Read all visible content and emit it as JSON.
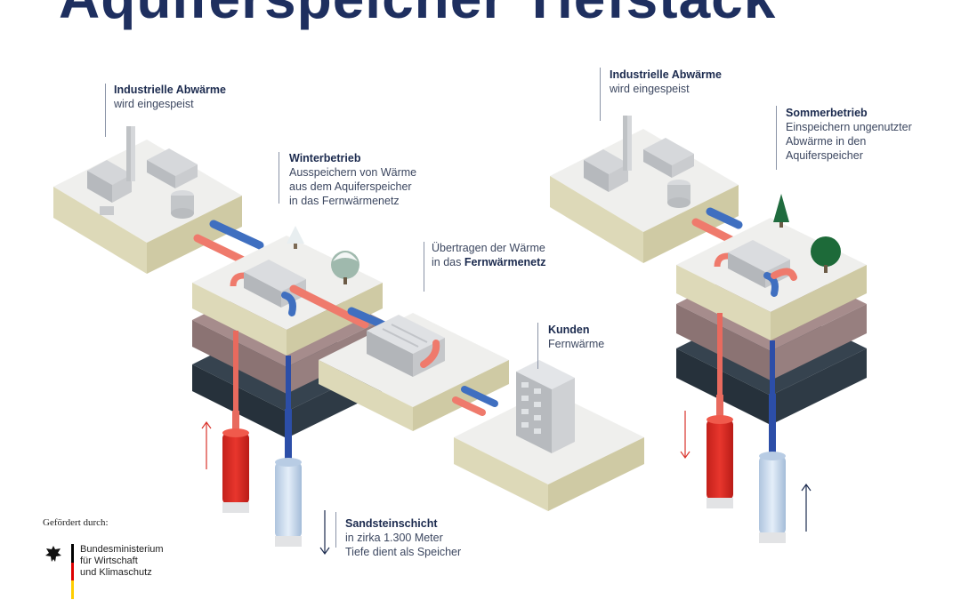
{
  "title": "Aquiferspeicher Tiefstack",
  "labels": {
    "industry_left": {
      "heading": "Industrielle Abwärme",
      "body": "wird eingespeist"
    },
    "winter": {
      "heading": "Winterbetrieb",
      "line1": "Ausspeichern von Wärme",
      "line2": "aus dem Aquiferspeicher",
      "line3": "in das Fernwärmenetz"
    },
    "transfer": {
      "line1": "Übertragen der Wärme",
      "line2_prefix": "in das ",
      "line2_bold": "Fernwärmenetz"
    },
    "customers": {
      "heading": "Kunden",
      "body": "Fernwärme"
    },
    "sandstone": {
      "heading": "Sandsteinschicht",
      "line1": "in zirka 1.300 Meter",
      "line2": "Tiefe dient als Speicher"
    },
    "industry_right": {
      "heading": "Industrielle Abwärme",
      "body": "wird eingespeist"
    },
    "summer": {
      "heading": "Sommerbetrieb",
      "line1": "Einspeichern ungenutzter",
      "line2": "Abwärme in den",
      "line3": "Aquiferspeicher"
    }
  },
  "funding": {
    "label": "Gefördert durch:",
    "ministry_line1": "Bundesministerium",
    "ministry_line2": "für Wirtschaft",
    "ministry_line3": "und Klimaschutz"
  },
  "colors": {
    "title": "#1e2f5f",
    "hot_pipe": "#ef7a6c",
    "cold_pipe": "#3f6fc0",
    "hot_well": "#d9322a",
    "cold_well": "#c9d9ec",
    "top_layer": "#eeeeec",
    "sand_layer": "#ddd9b8",
    "mid_layer": "#9a8282",
    "deep_layer": "#2f3b46"
  }
}
